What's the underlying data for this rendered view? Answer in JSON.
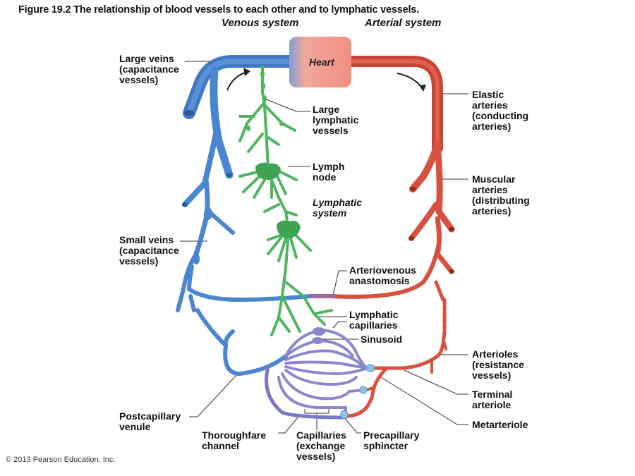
{
  "figure": {
    "title": "Figure 19.2  The relationship of blood vessels to each other and to lymphatic vessels.",
    "venous_system": "Venous system",
    "arterial_system": "Arterial system",
    "heart": "Heart",
    "copyright": "© 2013 Pearson Education, Inc."
  },
  "colors": {
    "vein": "#4a86d0",
    "artery": "#d8503f",
    "lymph": "#4fb55f",
    "capillary": "#8c86cc",
    "heart": "#f0a094",
    "sphincter": "#8fc2e6"
  },
  "labels": {
    "large_veins": "Large veins\n(capacitance\nvessels)",
    "large_lymphatic_vessels": "Large\nlymphatic\nvessels",
    "elastic_arteries": "Elastic\narteries\n(conducting\narteries)",
    "lymph_node": "Lymph\nnode",
    "lymphatic_system": "Lymphatic\nsystem",
    "muscular_arteries": "Muscular\narteries\n(distributing\narteries)",
    "small_veins": "Small veins\n(capacitance\nvessels)",
    "arteriovenous_anastomosis": "Arteriovenous\nanastomosis",
    "lymphatic_capillaries": "Lymphatic\ncapillaries",
    "sinusoid": "Sinusoid",
    "arterioles": "Arterioles\n(resistance\nvessels)",
    "terminal_arteriole": "Terminal\narteriole",
    "metarteriole": "Metarteriole",
    "postcapillary_venule": "Postcapillary\nvenule",
    "thoroughfare_channel": "Thoroughfare\nchannel",
    "capillaries": "Capillaries\n(exchange\nvessels)",
    "precapillary_sphincter": "Precapillary\nsphincter"
  }
}
